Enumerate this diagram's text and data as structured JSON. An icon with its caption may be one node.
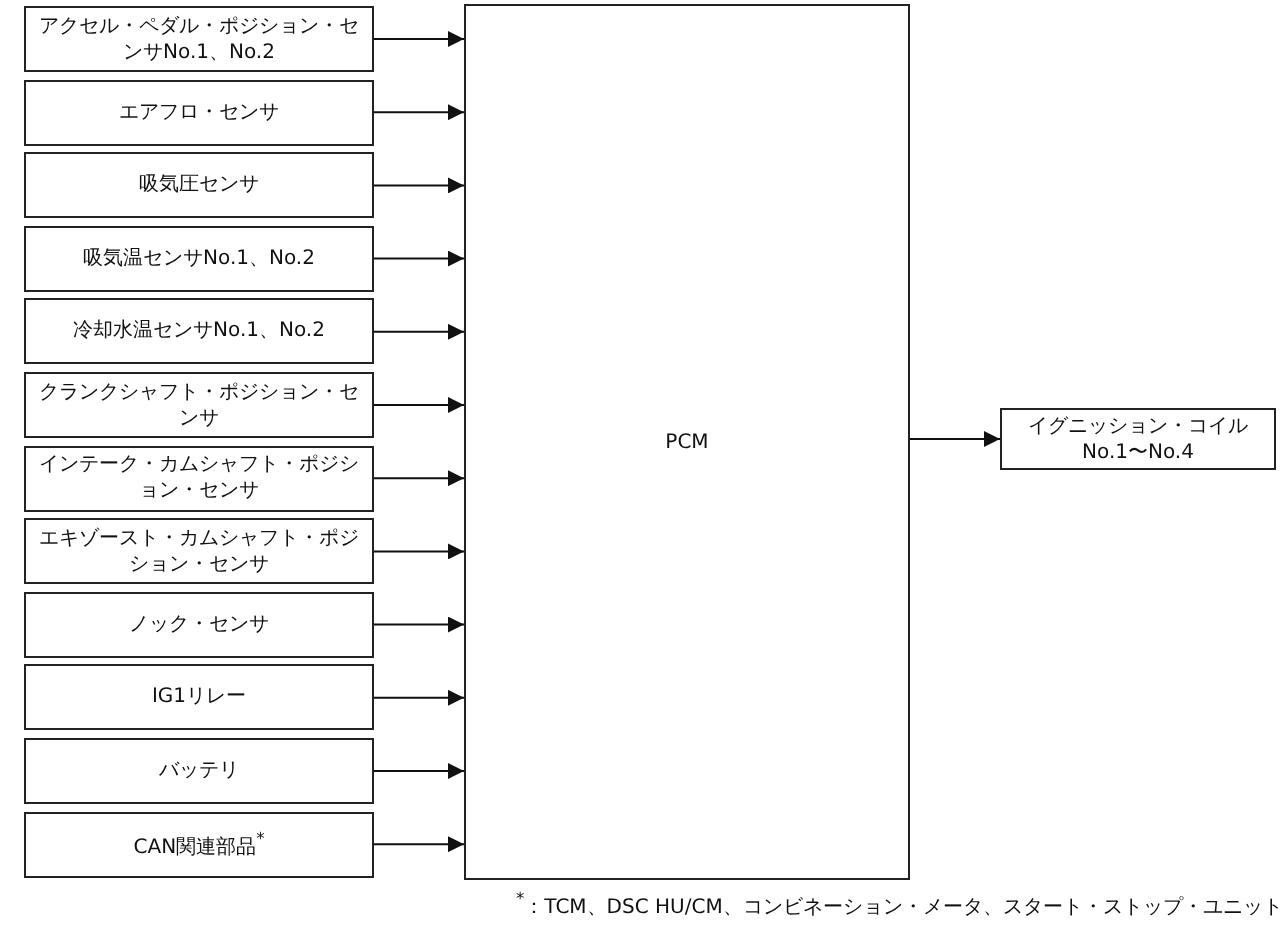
{
  "diagram": {
    "nodes": [
      {
        "text": [
          "アクセル・ペダル・ポジション・センサNo.1、No.2"
        ]
      },
      {
        "text": [
          "エアフロ・センサ"
        ]
      },
      {
        "text": [
          "吸気圧センサ"
        ]
      },
      {
        "text": [
          "吸気温センサNo.1、No.2"
        ]
      },
      {
        "text": [
          "冷却水温センサNo.1、No.2"
        ]
      },
      {
        "text": [
          "クランクシャフト・ポジション・センサ"
        ]
      },
      {
        "text": [
          "インテーク・カムシャフト・ポジション・センサ"
        ]
      },
      {
        "text": [
          "エキゾースト・カムシャフト・ポジション・センサ"
        ]
      },
      {
        "text": [
          "ノック・センサ"
        ]
      },
      {
        "text": [
          "IG1リレー"
        ]
      },
      {
        "text": [
          "バッテリ"
        ]
      },
      {
        "text": [
          "CAN関連部品$^{*}$"
        ]
      },
      {
        "text": [
          "PCM"
        ]
      },
      {
        "text": [
          "イグニッション・コイルNo.1〜No.4"
        ]
      }
    ],
    "edges": [
      {
        "from": 0,
        "to": 12,
        "arrow": "to"
      },
      {
        "from": 1,
        "to": 12,
        "arrow": "to"
      },
      {
        "from": 2,
        "to": 12,
        "arrow": "to"
      },
      {
        "from": 3,
        "to": 12,
        "arrow": "to"
      },
      {
        "from": 4,
        "to": 12,
        "arrow": "to"
      },
      {
        "from": 5,
        "to": 12,
        "arrow": "to"
      },
      {
        "from": 6,
        "to": 12,
        "arrow": "to"
      },
      {
        "from": 7,
        "to": 12,
        "arrow": "to"
      },
      {
        "from": 8,
        "to": 12,
        "arrow": "to"
      },
      {
        "from": 9,
        "to": 12,
        "arrow": "to"
      },
      {
        "from": 10,
        "to": 12,
        "arrow": "to"
      },
      {
        "from": 11,
        "to": 12,
        "arrow": "to"
      },
      {
        "from": 12,
        "to": 13,
        "arrow": "to"
      }
    ],
    "labels": [
      "$^{*}$：TCM、DSC HU/CM、コンビネーション・メータ、スタート・ストップ・ユニット"
    ]
  }
}
